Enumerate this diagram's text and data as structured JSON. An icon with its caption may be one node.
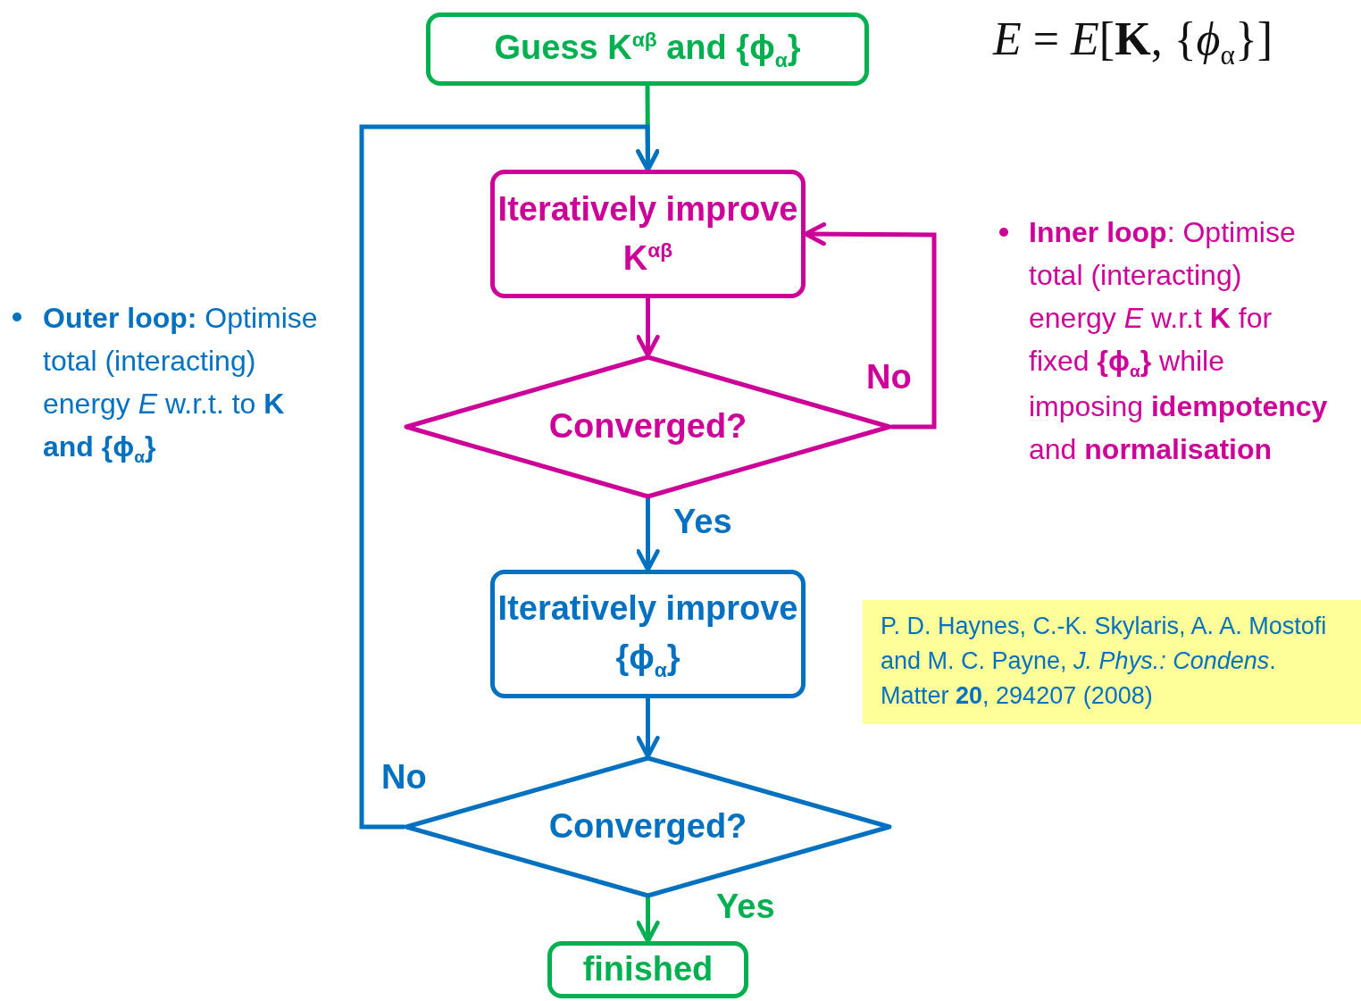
{
  "diagram": {
    "nodes": [
      {
        "text": [
          "Guess K$^{αβ}$ and {ϕ$_{α}$}"
        ]
      },
      {
        "text": [
          "Iteratively improve K$^{αβ}$"
        ]
      },
      {
        "text": [
          "Converged?"
        ]
      },
      {
        "text": [
          "Iteratively improve {ϕ$_{α}$}"
        ]
      },
      {
        "text": [
          "Converged?"
        ]
      },
      {
        "text": [
          "finished"
        ]
      }
    ],
    "edges": [
      {
        "from": 0,
        "to": 1,
        "arrow": "to",
        "color": "#00b050"
      },
      {
        "from": 1,
        "to": 2,
        "arrow": "to",
        "color": "#cc0099"
      },
      {
        "from": 2,
        "to": 1,
        "arrow": "to",
        "label": "No",
        "color": "#cc0099"
      },
      {
        "from": 2,
        "to": 3,
        "arrow": "to",
        "label": "Yes"
      },
      {
        "from": 3,
        "to": 4,
        "arrow": "to"
      },
      {
        "from": 4,
        "to": 1,
        "arrow": "to",
        "label": "No"
      },
      {
        "from": 4,
        "to": 5,
        "arrow": "to",
        "label": "Yes",
        "color": "#00b050"
      }
    ],
    "labels": [
      "*E* = *E*[**K**, {*ϕ*$_{α}$}]",
      "**Outer loop:** Optimise total (interacting) energy *E* w.r.t. to **K and {ϕ$_{α}$}**",
      "**Inner loop**: Optimise total (interacting) energy *E* w.r.t **K** for fixed **{ϕ$_{α}$}** while imposing **idempotency** and **normalisation**",
      "P. D. Haynes, C.-K. Skylaris, A. A. Mostofi and M. C. Payne, *J. Phys.: Condens*. Matter **20**, 294207 (2008)"
    ]
  }
}
